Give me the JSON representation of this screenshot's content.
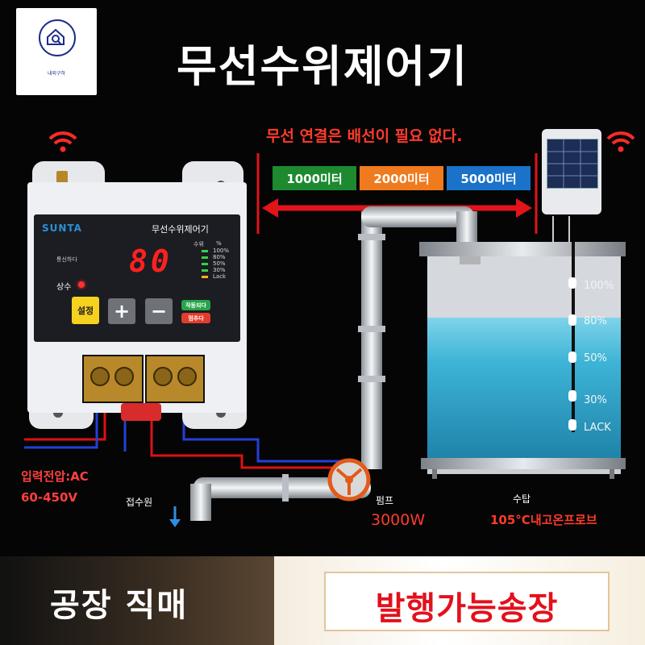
{
  "logo": {
    "caption": "내외구하",
    "icon": "house-search-icon"
  },
  "title": "무선수위제어기",
  "wireless_caption": "무선 연결은 배선이 필요 없다.",
  "distances": [
    "1000미터",
    "2000미터",
    "5000미터"
  ],
  "controller": {
    "brand": "SUNTA",
    "title": "무선수위제어기",
    "comm_label": "통신하다",
    "display_value": "80",
    "level_header": "수위",
    "level_unit": "%",
    "levels": [
      "100%",
      "80%",
      "50%",
      "30%",
      "Lack"
    ],
    "power_label": "상수",
    "buttons": {
      "set": "설정",
      "plus": "+",
      "minus": "−",
      "start": "작동되다",
      "stop": "멈추다"
    }
  },
  "input_voltage": {
    "line1": "입력전압:AC",
    "line2": "60-450V"
  },
  "water_source_label": "접수원",
  "pump": {
    "label": "펌프",
    "power": "3000W"
  },
  "tank": {
    "label": "수탑",
    "levels": [
      "100%",
      "80%",
      "50%",
      "30%",
      "LACK"
    ],
    "probe_label": "105°C내고온프로브"
  },
  "banners": {
    "left": "공장 직매",
    "right": "발행가능송장"
  },
  "colors": {
    "accent_red": "#ff2a2a",
    "green": "#1d8a30",
    "orange": "#f07a1e",
    "blue": "#1a72c9",
    "water": "#3db4d6"
  }
}
